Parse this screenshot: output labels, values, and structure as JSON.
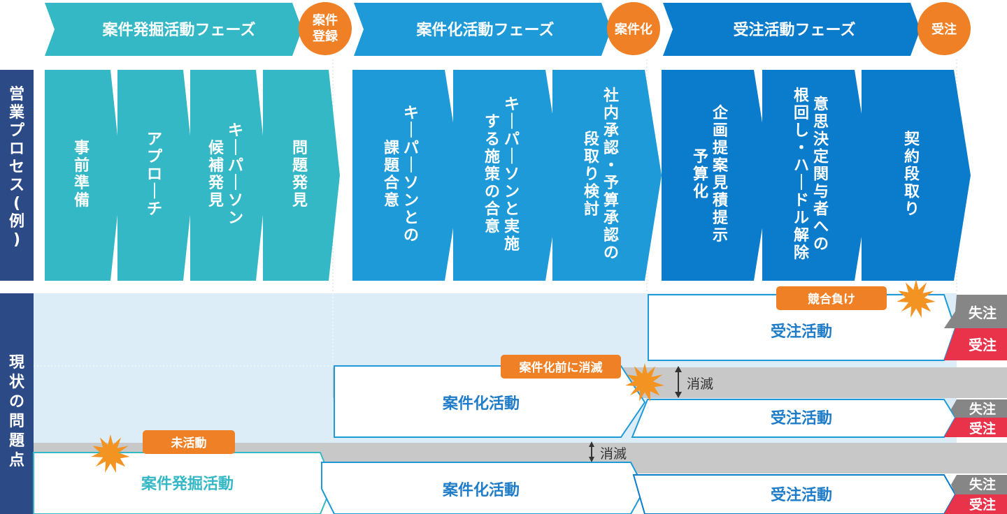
{
  "phases": [
    {
      "label": "案件発掘活動フェーズ",
      "milestone": [
        "案件",
        "登録"
      ]
    },
    {
      "label": "案件化活動フェーズ",
      "milestone": [
        "案件化"
      ]
    },
    {
      "label": "受注活動フェーズ",
      "milestone": [
        "受注"
      ]
    }
  ],
  "process": {
    "side_label": [
      "営",
      "業",
      "プ",
      "ロ",
      "セ",
      "ス",
      "(",
      "例",
      ")"
    ],
    "steps": [
      {
        "columns": [
          "事前準備"
        ]
      },
      {
        "columns": [
          "アプローチ"
        ]
      },
      {
        "columns": [
          "キーパーソン",
          "候補発見"
        ]
      },
      {
        "columns": [
          "問題発見"
        ]
      },
      {
        "columns": [
          "キーパーソンとの",
          "課題合意"
        ]
      },
      {
        "columns": [
          "キーパーソンと実施",
          "する施策の合意"
        ]
      },
      {
        "columns": [
          "社内承認・予算承認の",
          "段取り検討"
        ]
      },
      {
        "columns": [
          "企画提案見積提示",
          "予算化"
        ]
      },
      {
        "columns": [
          "意思決定関与者への",
          "根回し・ハードル解除"
        ]
      },
      {
        "columns": [
          "契約段取り"
        ]
      }
    ]
  },
  "issues": {
    "side_label": [
      "現",
      "状",
      "の",
      "問",
      "題",
      "点"
    ],
    "row1": {
      "activity": "受注活動",
      "callout": "競合負け",
      "lost": "失注",
      "won": "受注"
    },
    "row2": {
      "activity1": "案件化活動",
      "callout": "案件化前に消滅",
      "vanish": "消滅",
      "activity2": "受注活動",
      "lost": "失注",
      "won": "受注"
    },
    "row3": {
      "activity1": "案件発掘活動",
      "callout": "未活動",
      "vanish": "消滅",
      "activity2": "案件化活動",
      "activity3": "受注活動",
      "lost": "失注",
      "won": "受注"
    }
  },
  "colors": {
    "phase1": "#35b8c6",
    "phase2": "#1e9ad8",
    "phase3": "#0b7bcc",
    "milestone": "#f08025",
    "side": "#2b4a86",
    "issue_bg": "#dcedf7",
    "band": "#c8c8c8",
    "lost": "#868686",
    "won": "#e8334a",
    "burst": "#f39322"
  }
}
